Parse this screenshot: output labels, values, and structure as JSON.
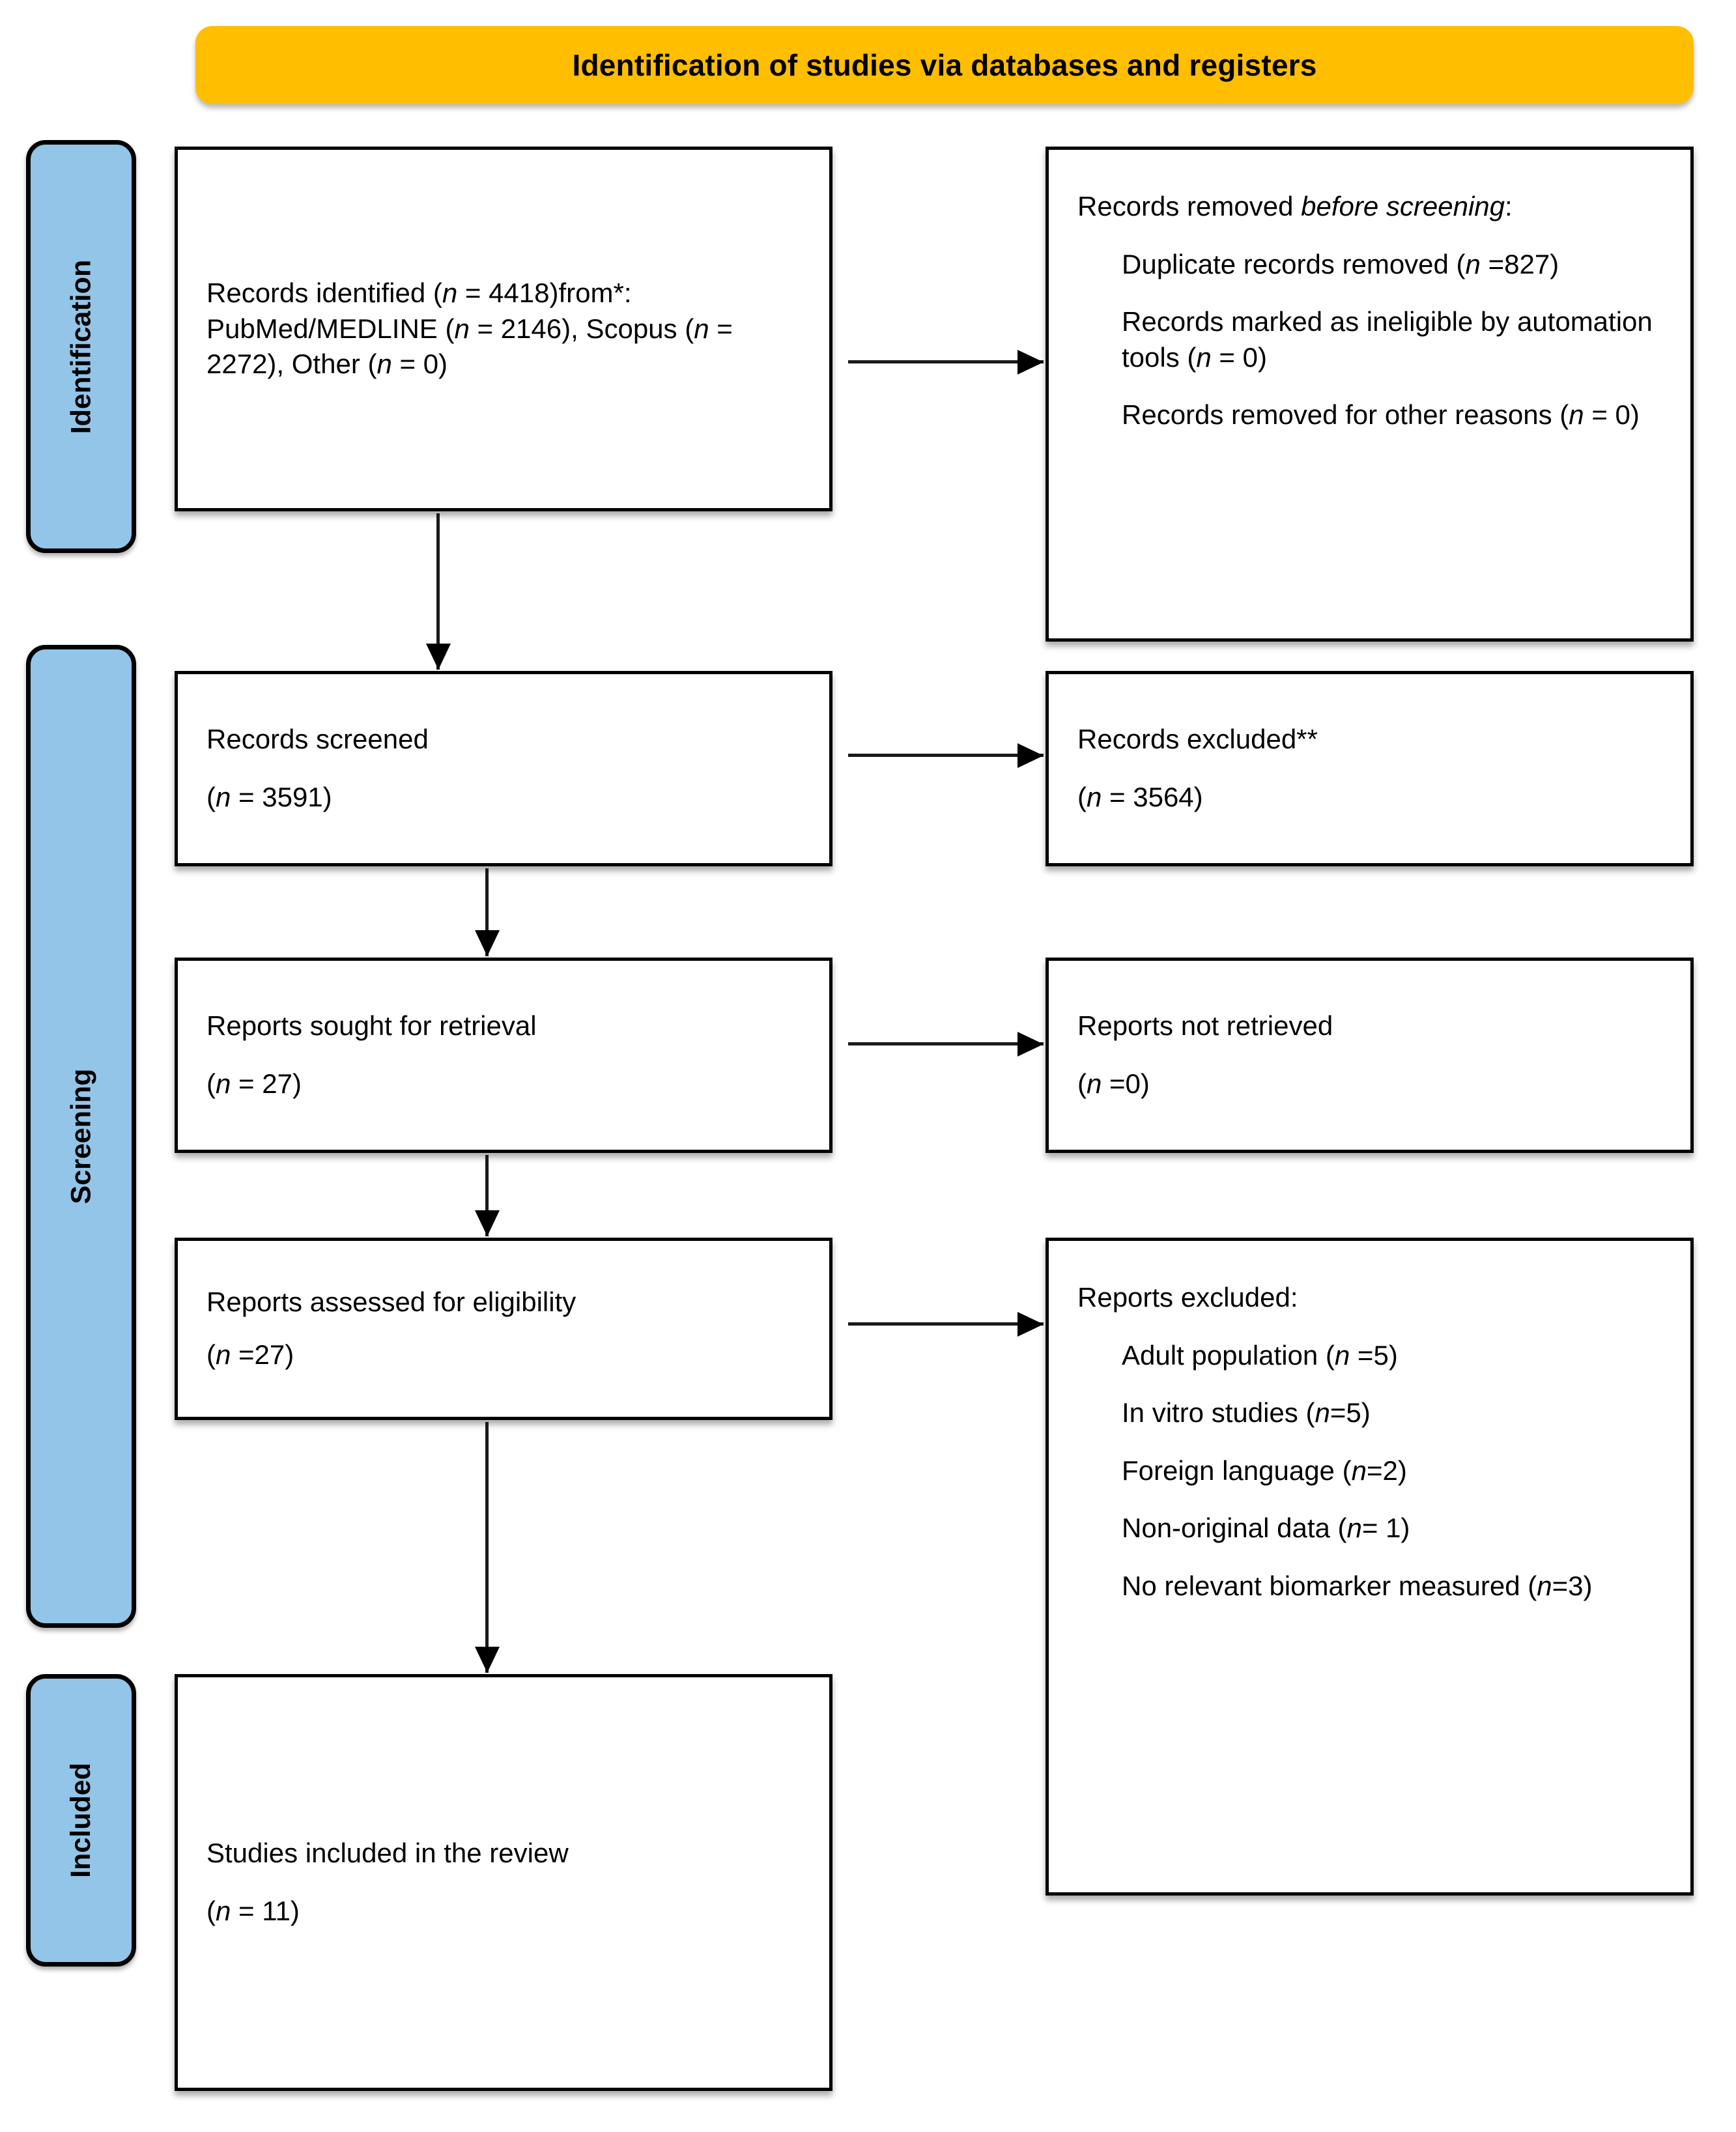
{
  "header": {
    "title": "Identification of studies via databases and registers",
    "background_color": "#FFBE00"
  },
  "stages": {
    "accent_color": "#92C5E8",
    "identification": "Identification",
    "screening": "Screening",
    "included": "Included"
  },
  "boxes": {
    "identified": {
      "line1_a": "Records identified (",
      "line1_n": "n",
      "line1_b": " = 4418)"
    },
    "identified_from": {
      "a": "from*:  PubMed/MEDLINE (",
      "n1": "n",
      "b": " = 2146), Scopus (",
      "n2": "n",
      "c": " = 2272), Other (",
      "n3": "n",
      "d": " = 0)"
    },
    "removed_before": {
      "heading_a": "Records removed ",
      "heading_em": "before screening",
      "heading_b": ":",
      "item1_a": "Duplicate records removed (",
      "item1_n": "n",
      "item1_b": " =827)",
      "item2_a": "Records marked as ineligible by automation tools (",
      "item2_n": "n",
      "item2_b": " = 0)",
      "item3_a": "Records removed for other reasons (",
      "item3_n": "n",
      "item3_b": " = 0)"
    },
    "screened": {
      "title": "Records screened",
      "count_a": "(",
      "count_n": "n",
      "count_b": " = 3591)"
    },
    "excluded_records": {
      "title": "Records excluded**",
      "count_a": "(",
      "count_n": "n",
      "count_b": " = 3564)"
    },
    "sought": {
      "title": "Reports sought for retrieval",
      "count_a": "(",
      "count_n": "n",
      "count_b": " = 27)"
    },
    "not_retrieved": {
      "title": "Reports not retrieved",
      "count_a": "(",
      "count_n": "n",
      "count_b": " =0)"
    },
    "assessed": {
      "title": "Reports assessed for eligibility",
      "count_a": "(",
      "count_n": "n",
      "count_b": " =27)"
    },
    "excluded_reports": {
      "heading": "Reports excluded:",
      "r1_a": "Adult population (",
      "r1_n": "n",
      "r1_b": " =5)",
      "r2_a": "In vitro studies (",
      "r2_n": "n",
      "r2_b": "=5)",
      "r3_a": "Foreign language (",
      "r3_n": "n",
      "r3_b": "=2)",
      "r4_a": "Non-original data (",
      "r4_n": "n",
      "r4_b": "= 1)",
      "r5_a": "No relevant biomarker measured (",
      "r5_n": "n",
      "r5_b": "=3)"
    },
    "included": {
      "title": "Studies included in the review",
      "count_a": "(",
      "count_n": "n",
      "count_b": " = 11)"
    }
  },
  "chart_data": {
    "type": "diagram",
    "title": "Identification of studies via databases and registers",
    "nodes": [
      {
        "id": "identified",
        "stage": "Identification",
        "label": "Records identified from PubMed/MEDLINE, Scopus, Other",
        "n": 4418
      },
      {
        "id": "pubmed",
        "stage": "Identification",
        "label": "PubMed/MEDLINE",
        "n": 2146
      },
      {
        "id": "scopus",
        "stage": "Identification",
        "label": "Scopus",
        "n": 2272
      },
      {
        "id": "other_source",
        "stage": "Identification",
        "label": "Other",
        "n": 0
      },
      {
        "id": "duplicates_removed",
        "stage": "Identification",
        "label": "Duplicate records removed",
        "n": 827
      },
      {
        "id": "ineligible_automation",
        "stage": "Identification",
        "label": "Records marked as ineligible by automation tools",
        "n": 0
      },
      {
        "id": "removed_other",
        "stage": "Identification",
        "label": "Records removed for other reasons",
        "n": 0
      },
      {
        "id": "screened",
        "stage": "Screening",
        "label": "Records screened",
        "n": 3591
      },
      {
        "id": "records_excluded",
        "stage": "Screening",
        "label": "Records excluded**",
        "n": 3564
      },
      {
        "id": "sought",
        "stage": "Screening",
        "label": "Reports sought for retrieval",
        "n": 27
      },
      {
        "id": "not_retrieved",
        "stage": "Screening",
        "label": "Reports not retrieved",
        "n": 0
      },
      {
        "id": "assessed",
        "stage": "Screening",
        "label": "Reports assessed for eligibility",
        "n": 27
      },
      {
        "id": "adult_population",
        "stage": "Screening",
        "label": "Adult population",
        "n": 5
      },
      {
        "id": "in_vitro",
        "stage": "Screening",
        "label": "In vitro studies",
        "n": 5
      },
      {
        "id": "foreign_language",
        "stage": "Screening",
        "label": "Foreign language",
        "n": 2
      },
      {
        "id": "non_original",
        "stage": "Screening",
        "label": "Non-original data",
        "n": 1
      },
      {
        "id": "no_biomarker",
        "stage": "Screening",
        "label": "No relevant biomarker measured",
        "n": 3
      },
      {
        "id": "included",
        "stage": "Included",
        "label": "Studies included in the review",
        "n": 11
      }
    ],
    "edges": [
      {
        "from": "identified",
        "to": "duplicates_removed"
      },
      {
        "from": "identified",
        "to": "screened"
      },
      {
        "from": "screened",
        "to": "records_excluded"
      },
      {
        "from": "screened",
        "to": "sought"
      },
      {
        "from": "sought",
        "to": "not_retrieved"
      },
      {
        "from": "sought",
        "to": "assessed"
      },
      {
        "from": "assessed",
        "to": "adult_population"
      },
      {
        "from": "assessed",
        "to": "included"
      }
    ]
  }
}
